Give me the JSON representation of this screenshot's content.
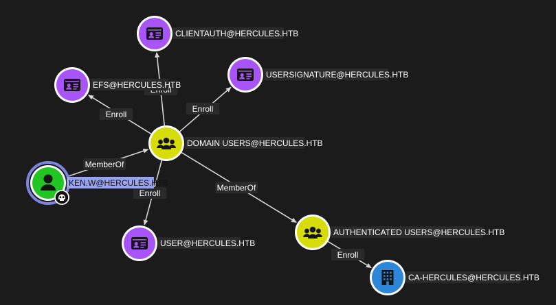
{
  "colors": {
    "background": "#1b1b1b",
    "edge": "#d6d6d6",
    "label_bg": "#2a2a2a",
    "label_text": "#ffffff",
    "node_border": "#ffffff",
    "selected_label_bg": "#9aa4ee",
    "selected_ring": "#7c86e0",
    "cert_template": "#a855f7",
    "group": "#d6dd0b",
    "user": "#22c524",
    "ca": "#2d86d8",
    "icon_dark": "#151515"
  },
  "nodes": [
    {
      "id": "clientauth",
      "label": "CLIENTAUTH@HERCULES.HTB",
      "kind": "cert-template",
      "icon": "id-card-icon"
    },
    {
      "id": "efs",
      "label": "EFS@HERCULES.HTB",
      "kind": "cert-template",
      "icon": "id-card-icon"
    },
    {
      "id": "usersignature",
      "label": "USERSIGNATURE@HERCULES.HTB",
      "kind": "cert-template",
      "icon": "id-card-icon"
    },
    {
      "id": "domainusers",
      "label": "DOMAIN USERS@HERCULES.HTB",
      "kind": "group",
      "icon": "users-icon"
    },
    {
      "id": "kenw",
      "label": "KEN.W@HERCULES.HTB",
      "kind": "user",
      "icon": "user-icon",
      "selected": true,
      "owned_badge_icon": "skull-icon"
    },
    {
      "id": "user",
      "label": "USER@HERCULES.HTB",
      "kind": "cert-template",
      "icon": "id-card-icon"
    },
    {
      "id": "authusers",
      "label": "AUTHENTICATED USERS@HERCULES.HTB",
      "kind": "group",
      "icon": "users-icon"
    },
    {
      "id": "ca",
      "label": "CA-HERCULES@HERCULES.HTB",
      "kind": "ca",
      "icon": "building-icon"
    }
  ],
  "edges": [
    {
      "from": "domainusers",
      "to": "clientauth",
      "label": "Enroll"
    },
    {
      "from": "domainusers",
      "to": "efs",
      "label": "Enroll"
    },
    {
      "from": "domainusers",
      "to": "usersignature",
      "label": "Enroll"
    },
    {
      "from": "kenw",
      "to": "domainusers",
      "label": "MemberOf"
    },
    {
      "from": "domainusers",
      "to": "user",
      "label": "Enroll"
    },
    {
      "from": "domainusers",
      "to": "authusers",
      "label": "MemberOf"
    },
    {
      "from": "authusers",
      "to": "ca",
      "label": "Enroll"
    }
  ]
}
